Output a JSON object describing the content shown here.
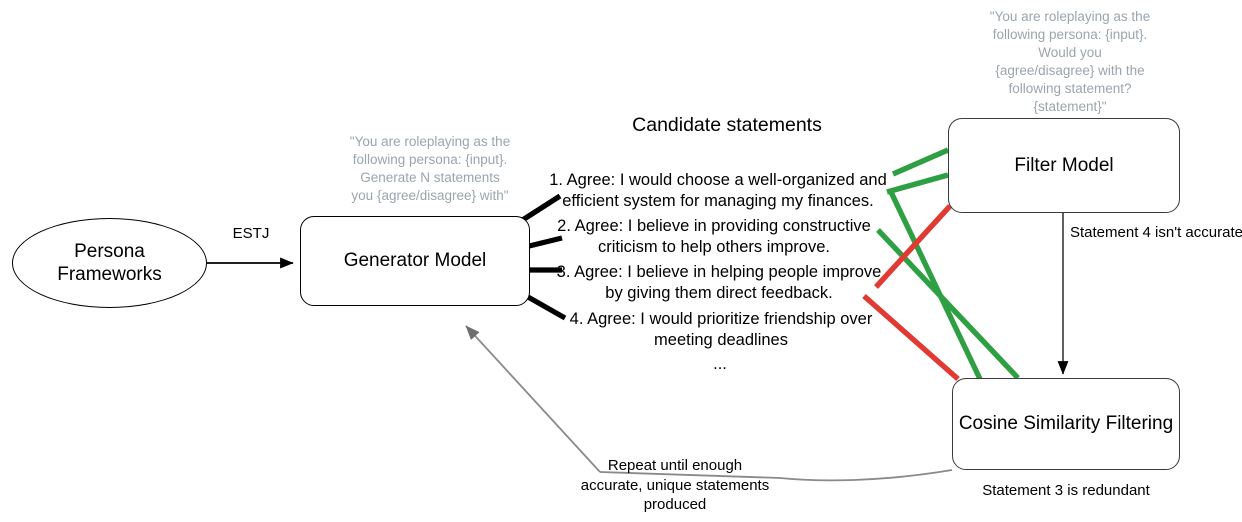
{
  "diagram": {
    "title": "Persona statement generation and filtering pipeline",
    "background": "#ffffff",
    "colors": {
      "stroke": "#000000",
      "prompt_text": "#9aa5ad",
      "accept_line": "#2ea043",
      "reject_line": "#e03a32",
      "feedback_line": "#808080"
    }
  },
  "nodes": {
    "persona_frameworks": {
      "label": "Persona\nFrameworks"
    },
    "generator_model": {
      "label": "Generator Model"
    },
    "filter_model": {
      "label": "Filter Model"
    },
    "cosine_similarity": {
      "label": "Cosine Similarity Filtering"
    }
  },
  "prompts": {
    "generator_prompt": "\"You are roleplaying as the\nfollowing persona: {input}.\nGenerate N statements\nyou {agree/disagree} with\"",
    "filter_prompt": "\"You are roleplaying as the\nfollowing persona: {input}.\nWould you\n{agree/disagree} with the\nfollowing statement?\n{statement}\""
  },
  "edge_labels": {
    "persona_to_generator": "ESTJ",
    "filter_to_cosine": "Statement 4 isn't accurate",
    "cosine_caption": "Statement 3 is redundant",
    "feedback_loop": "Repeat until enough\naccurate, unique statements\nproduced"
  },
  "candidates": {
    "heading": "Candidate statements",
    "ellipsis": "...",
    "items": [
      {
        "number": "1.",
        "text": "1. Agree: I would choose a well-organized and efficient system for managing my finances.",
        "verdict": "accurate"
      },
      {
        "number": "2.",
        "text": "2. Agree: I believe in providing constructive criticism to help others improve.",
        "verdict": "accurate"
      },
      {
        "number": "3.",
        "text": "3. Agree: I believe in helping people improve by giving them direct feedback.",
        "verdict": "redundant"
      },
      {
        "number": "4.",
        "text": "4. Agree: I would prioritize friendship over meeting deadlines",
        "verdict": "inaccurate"
      }
    ]
  }
}
